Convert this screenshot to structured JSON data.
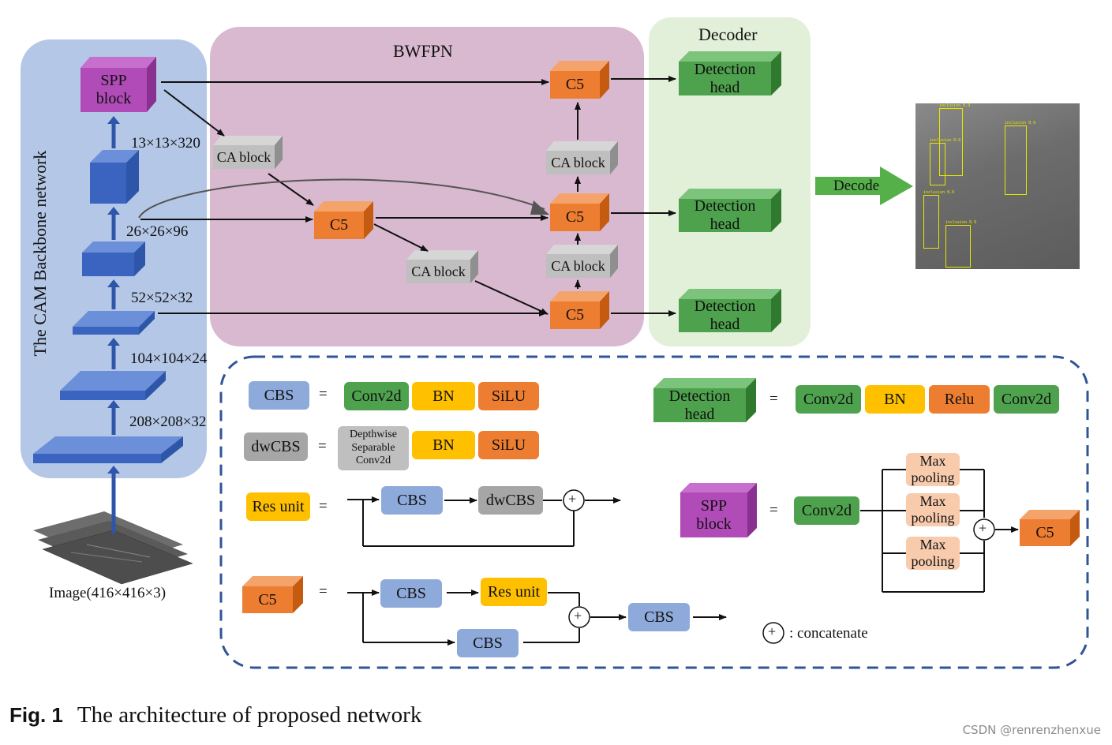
{
  "regions": {
    "backbone": "The CAM Backbone network",
    "bwfpn": "BWFPN",
    "decoder": "Decoder"
  },
  "backbone": {
    "spp_line1": "SPP",
    "spp_line2": "block",
    "dims": [
      "13×13×320",
      "26×26×96",
      "52×52×32",
      "104×104×24",
      "208×208×32"
    ],
    "input_label": "Image(416×416×3)"
  },
  "bwfpn": {
    "ca_block": "CA block",
    "c5": "C5"
  },
  "decoder": {
    "head_line1": "Detection",
    "head_line2": "head",
    "decode_label": "Decode"
  },
  "detections": {
    "label": "inclusion 0.9"
  },
  "legend": {
    "eq": "=",
    "cbs": "CBS",
    "conv2d": "Conv2d",
    "bn": "BN",
    "silu": "SiLU",
    "relu": "Relu",
    "dwcbs": "dwCBS",
    "dw_line1": "Depthwise",
    "dw_line2": "Separable",
    "dw_line3": "Conv2d",
    "res_unit": "Res unit",
    "spp_line1": "SPP",
    "spp_line2": "block",
    "max_line1": "Max",
    "max_line2": "pooling",
    "c5": "C5",
    "plus": "+",
    "concatenate": ": concatenate",
    "det_line1": "Detection",
    "det_line2": "head"
  },
  "caption": {
    "fig": "Fig. 1",
    "text": "The architecture of proposed network"
  },
  "watermark": "CSDN @renrenzhenxue",
  "colors": {
    "backbone_bg": "#b4c7e7",
    "bwfpn_bg": "#d8b9cf",
    "decoder_bg": "#e2f0d9",
    "blue_block": "#4472c4",
    "spp": "#b04bb8",
    "c5": "#ed7d31",
    "ca": "#bfbfbf",
    "head": "#4ea24e",
    "legend_border": "#2f5597"
  }
}
